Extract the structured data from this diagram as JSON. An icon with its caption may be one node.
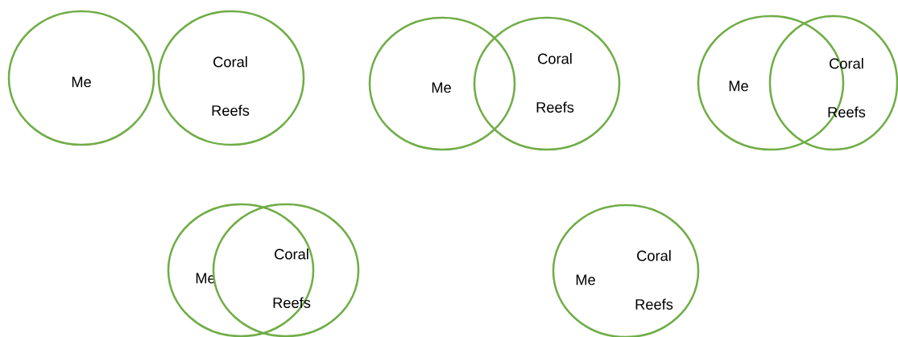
{
  "diagram": {
    "nodes": [
      {
        "text": [
          "Me"
        ]
      },
      {
        "text": [
          "Coral Reefs"
        ]
      },
      {
        "text": [
          "Me"
        ]
      },
      {
        "text": [
          "Coral Reefs"
        ]
      },
      {
        "text": [
          "Me"
        ]
      },
      {
        "text": [
          "Coral Reefs"
        ]
      },
      {
        "text": [
          "Me"
        ]
      },
      {
        "text": [
          "Coral Reefs"
        ]
      },
      {
        "text": [
          "Me",
          "Coral Reefs"
        ]
      }
    ]
  }
}
